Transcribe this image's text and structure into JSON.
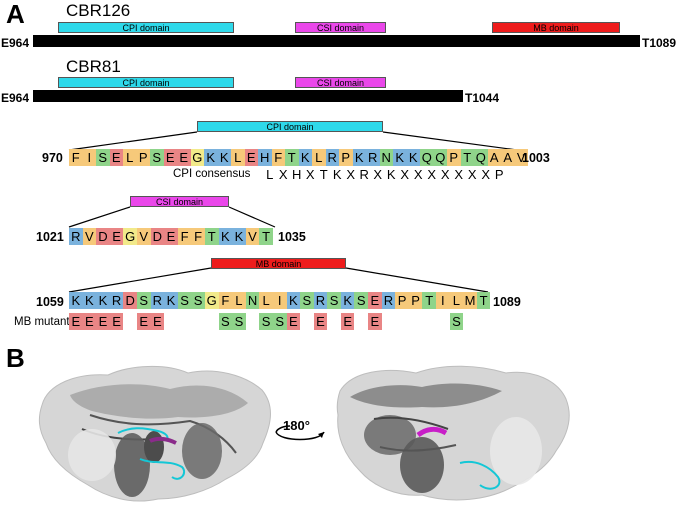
{
  "colors": {
    "cpi_domain": "#2ed9ea",
    "csi_domain": "#ea47ea",
    "mb_domain": "#ee1c1c",
    "residue_hydrophobic": "#f6c97a",
    "residue_basic": "#7ab2dd",
    "residue_acidic": "#e98585",
    "residue_polar": "#8fd48a",
    "residue_glycine": "#f2ea8a",
    "residue_proline": "#f6c97a"
  },
  "panel_a": {
    "letter": "A",
    "cbr126": {
      "name": "CBR126",
      "start": "E964",
      "end": "T1089",
      "domains": [
        "CPI domain",
        "CSI domain",
        "MB domain"
      ]
    },
    "cbr81": {
      "name": "CBR81",
      "start": "E964",
      "end": "T1044",
      "domains": [
        "CPI domain",
        "CSI domain"
      ]
    },
    "cpi": {
      "label": "CPI domain",
      "start_num": "970",
      "end_num": "1003",
      "residues": [
        "F",
        "I",
        "S",
        "E",
        "L",
        "P",
        "S",
        "E",
        "E",
        "G",
        "K",
        "K",
        "L",
        "E",
        "H",
        "F",
        "T",
        "K",
        "L",
        "R",
        "P",
        "K",
        "R",
        "N",
        "K",
        "K",
        "Q",
        "Q",
        "P",
        "T",
        "Q",
        "A",
        "A",
        "V"
      ],
      "consensus_label": "CPI consensus",
      "consensus": [
        "L",
        "X",
        "H",
        "X",
        "T",
        "K",
        "X",
        "R",
        "X",
        "K",
        "X",
        "X",
        "X",
        "X",
        "X",
        "X",
        "X",
        "P"
      ]
    },
    "csi": {
      "label": "CSI domain",
      "start_num": "1021",
      "end_num": "1035",
      "residues": [
        "R",
        "V",
        "D",
        "E",
        "G",
        "V",
        "D",
        "E",
        "F",
        "F",
        "T",
        "K",
        "K",
        "V",
        "T"
      ]
    },
    "mb": {
      "label": "MB domain",
      "start_num": "1059",
      "end_num": "1089",
      "residues": [
        "K",
        "K",
        "K",
        "R",
        "D",
        "S",
        "R",
        "K",
        "S",
        "S",
        "G",
        "F",
        "L",
        "N",
        "L",
        "I",
        "K",
        "S",
        "R",
        "S",
        "K",
        "S",
        "E",
        "R",
        "P",
        "P",
        "T",
        "I",
        "L",
        "M",
        "T"
      ],
      "mutant_label": "MB mutant",
      "mutant": [
        "E",
        "E",
        "E",
        "E",
        "",
        "E",
        "E",
        "",
        "",
        "",
        "",
        "S",
        "S",
        "",
        "S",
        "S",
        "E",
        "",
        "E",
        "",
        "E",
        "",
        "E",
        "",
        "",
        "",
        "",
        "",
        "S",
        "",
        ""
      ]
    }
  },
  "panel_b": {
    "letter": "B",
    "rotation_label": "180°"
  }
}
